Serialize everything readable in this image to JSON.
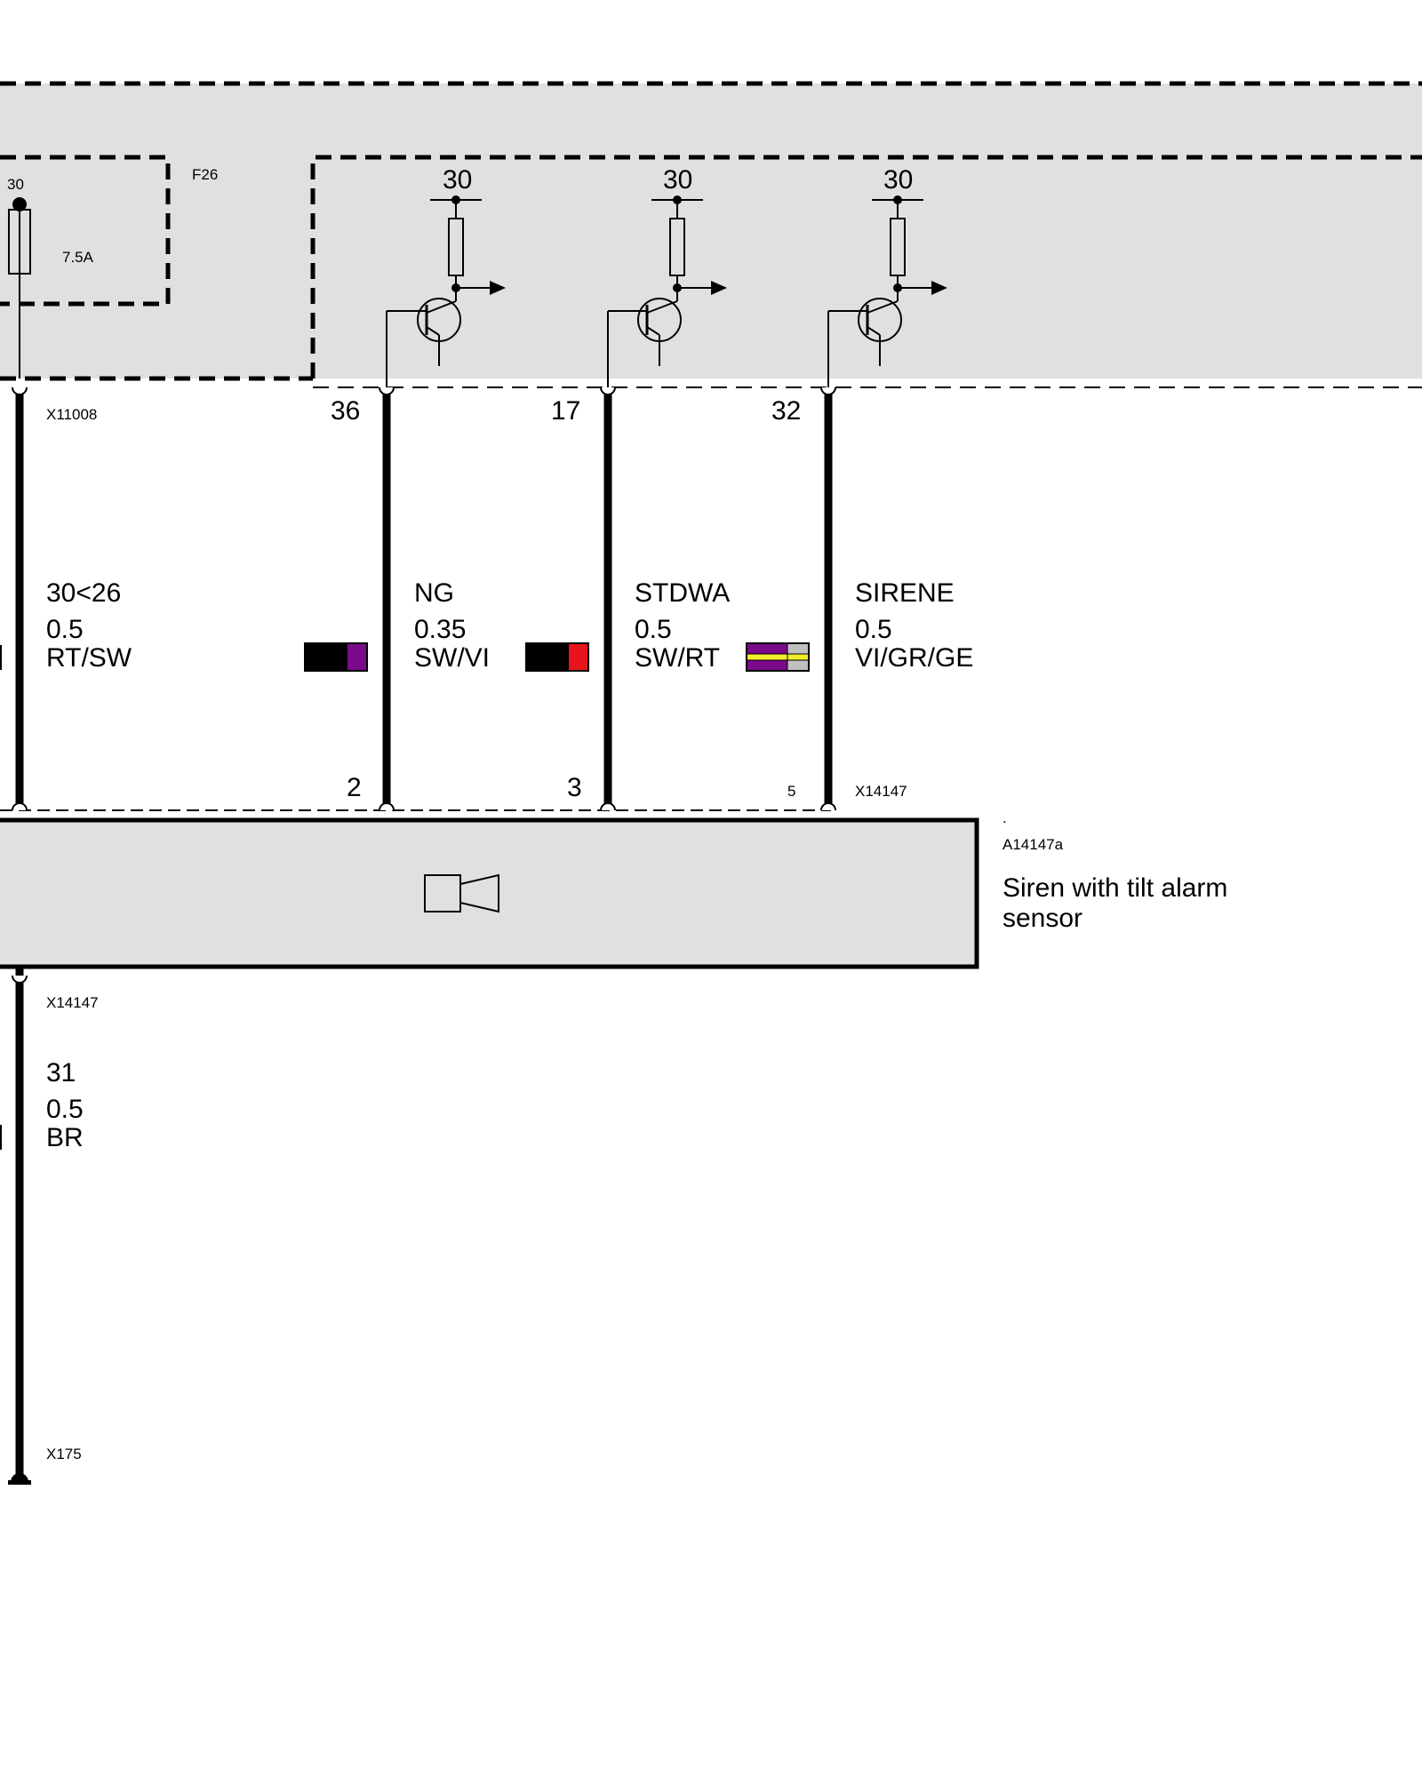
{
  "fuse_module": {
    "terminal": "30",
    "rating": "7.5A",
    "id": "F26"
  },
  "outputs": [
    {
      "supply": "30",
      "pin": "36",
      "signal": "NG",
      "cross_section": "0.35",
      "color": "SW/VI",
      "swatch": [
        "#000000",
        "#7a0a8a"
      ],
      "siren_pin": "2"
    },
    {
      "supply": "30",
      "pin": "17",
      "signal": "STDWA",
      "cross_section": "0.5",
      "color": "SW/RT",
      "swatch": [
        "#000000",
        "#e8141b"
      ],
      "siren_pin": "3"
    },
    {
      "supply": "30",
      "pin": "32",
      "signal": "SIRENE",
      "cross_section": "0.5",
      "color": "VI/GR/GE",
      "swatch": [
        "#7a0a8a",
        "#f2ee2a",
        "#c0c0c0"
      ],
      "siren_pin": "5"
    }
  ],
  "power_wire": {
    "connector_top": "X11008",
    "signal": "30<26",
    "cross_section": "0.5",
    "color": "RT/SW",
    "swatch": [
      "#000000",
      "#7a0a8a"
    ]
  },
  "siren": {
    "connector": "X14147",
    "dot": ".",
    "id": "A14147a",
    "name_line1": "Siren with tilt alarm",
    "name_line2": "sensor"
  },
  "ground_wire": {
    "connector_top": "X14147",
    "signal": "31",
    "cross_section": "0.5",
    "color": "BR",
    "ground_point": "X175"
  },
  "colors": {
    "module_fill": "#e0e0e0",
    "line": "#000000"
  }
}
